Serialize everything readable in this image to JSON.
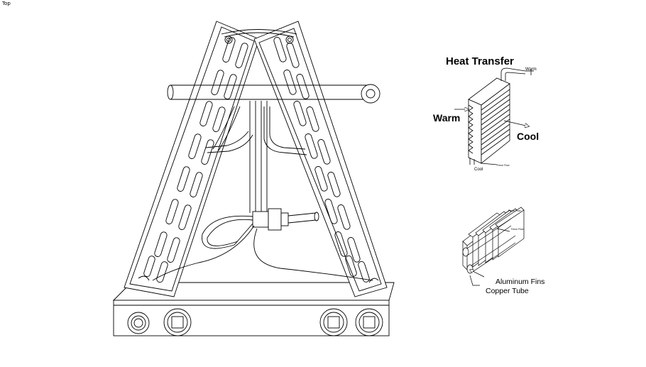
{
  "view": {
    "label": "Top"
  },
  "heat_transfer": {
    "title": "Heat Transfer",
    "warm_in": "Warm",
    "cool_out": "Cool",
    "warm_tube": "Warm",
    "cool_tube": "Cool",
    "flow_label": "Freon Flow"
  },
  "fin_detail": {
    "flow_label_1": "Freon Flow",
    "flow_label_2": "Freon Flow",
    "aluminum_fins": "Aluminum Fins",
    "copper_tube": "Copper Tube"
  }
}
